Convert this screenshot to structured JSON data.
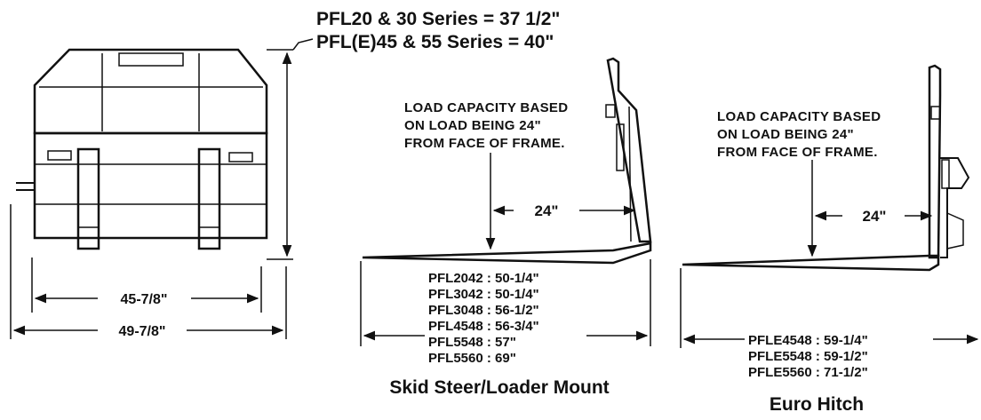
{
  "header": {
    "line1": "PFL20 & 30 Series = 37 1/2\"",
    "line2": "PFL(E)45 & 55 Series = 40\""
  },
  "front_view": {
    "inner_width": "45-7/8\"",
    "outer_width": "49-7/8\""
  },
  "skid_steer": {
    "note_lines": [
      "LOAD CAPACITY BASED",
      "ON LOAD BEING 24\"",
      "FROM FACE OF FRAME."
    ],
    "distance": "24\"",
    "specs": [
      "PFL2042 : 50-1/4\"",
      "PFL3042 : 50-1/4\"",
      "PFL3048 : 56-1/2\"",
      "PFL4548 : 56-3/4\"",
      "PFL5548 : 57\"",
      "PFL5560 : 69\""
    ],
    "caption": "Skid Steer/Loader Mount"
  },
  "euro_hitch": {
    "note_lines": [
      "LOAD CAPACITY BASED",
      "ON LOAD BEING 24\"",
      "FROM FACE OF FRAME."
    ],
    "distance": "24\"",
    "specs": [
      "PFLE4548 : 59-1/4\"",
      "PFLE5548 : 59-1/2\"",
      "PFLE5560 : 71-1/2\""
    ],
    "caption": "Euro Hitch"
  },
  "colors": {
    "ink": "#111111",
    "background": "#ffffff"
  }
}
